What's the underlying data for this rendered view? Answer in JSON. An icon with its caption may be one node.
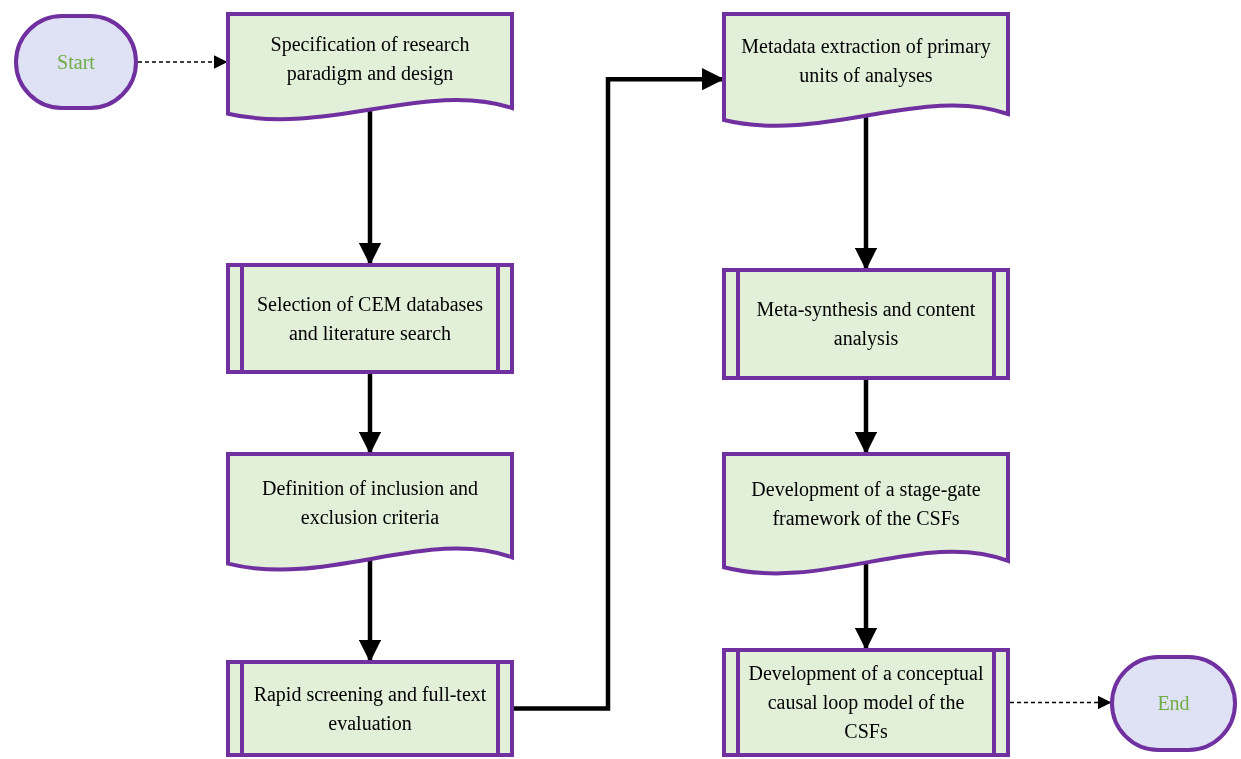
{
  "diagram": {
    "nodes": [
      {
        "text": [
          "Start"
        ]
      },
      {
        "text": [
          "Specification of research paradigm and design"
        ]
      },
      {
        "text": [
          "Selection of CEM databases and literature search"
        ]
      },
      {
        "text": [
          "Definition of inclusion and exclusion criteria"
        ]
      },
      {
        "text": [
          "Rapid screening and full-text evaluation"
        ]
      },
      {
        "text": [
          "Metadata extraction of primary units of analyses"
        ]
      },
      {
        "text": [
          "Meta-synthesis and content analysis"
        ]
      },
      {
        "text": [
          "Development of a stage-gate framework of the CSFs"
        ]
      },
      {
        "text": [
          "Development of a conceptual causal loop model of the CSFs"
        ]
      },
      {
        "text": [
          "End"
        ]
      }
    ],
    "edges": [
      {
        "from": 0,
        "to": 1,
        "arrow": "to",
        "style": "dashed"
      },
      {
        "from": 1,
        "to": 2,
        "arrow": "to"
      },
      {
        "from": 2,
        "to": 3,
        "arrow": "to"
      },
      {
        "from": 3,
        "to": 4,
        "arrow": "to"
      },
      {
        "from": 4,
        "to": 5,
        "arrow": "to"
      },
      {
        "from": 5,
        "to": 6,
        "arrow": "to"
      },
      {
        "from": 6,
        "to": 7,
        "arrow": "to"
      },
      {
        "from": 7,
        "to": 8,
        "arrow": "to"
      },
      {
        "from": 8,
        "to": 9,
        "arrow": "to",
        "style": "dashed"
      }
    ]
  }
}
